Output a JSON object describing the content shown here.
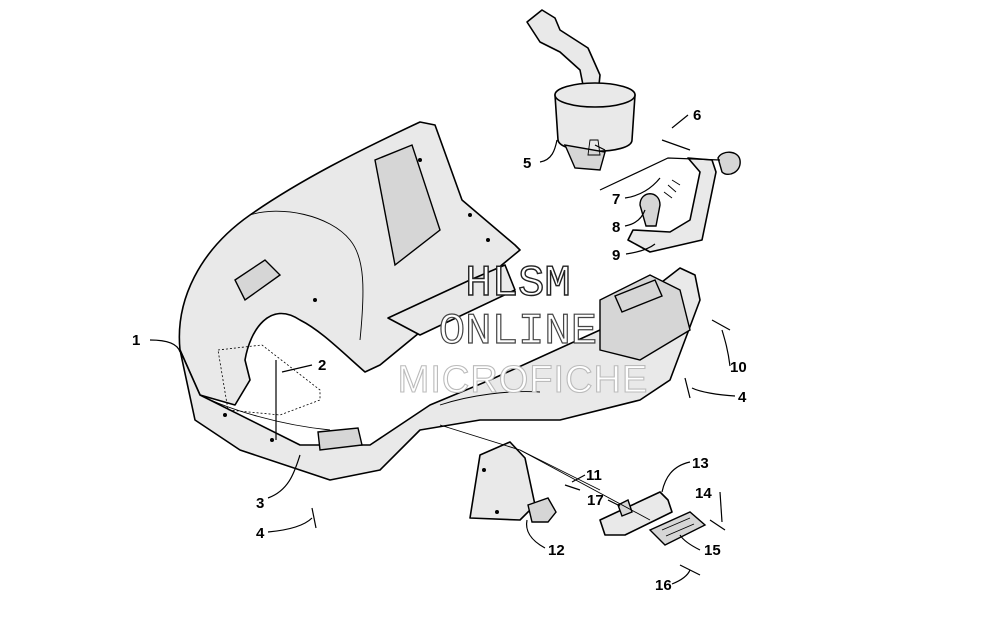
{
  "watermark": {
    "line1": "HLSM",
    "line2": "ONLINE",
    "line3": "MICROFICHE"
  },
  "callouts": {
    "c1": "1",
    "c2": "2",
    "c3": "3",
    "c4a": "4",
    "c4b": "4",
    "c5": "5",
    "c6": "6",
    "c7": "7",
    "c8": "8",
    "c9": "9",
    "c10": "10",
    "c11": "11",
    "c12": "12",
    "c13": "13",
    "c14": "14",
    "c15": "15",
    "c16": "16",
    "c17": "17"
  }
}
